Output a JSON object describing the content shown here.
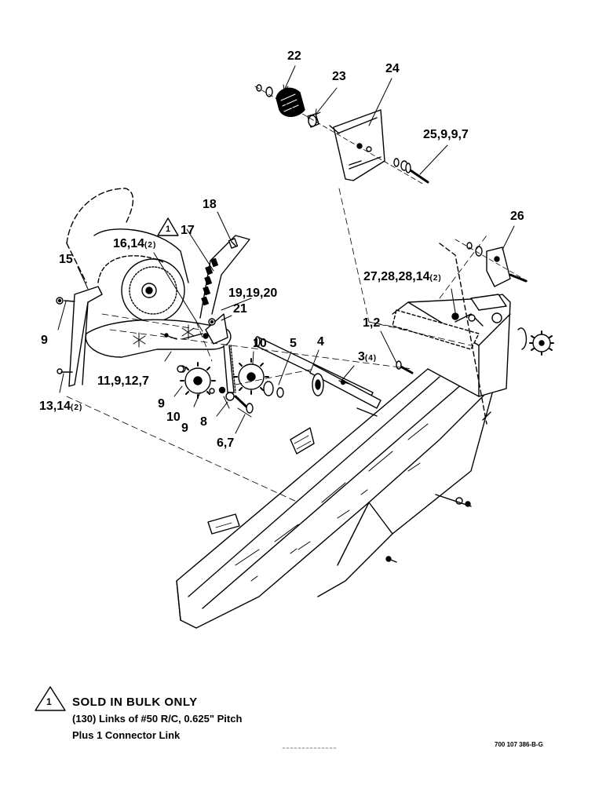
{
  "callouts": {
    "c1": {
      "text": "1,2",
      "qty": ""
    },
    "c3": {
      "text": "3",
      "qty": "(4)"
    },
    "c4": {
      "text": "4",
      "qty": ""
    },
    "c5": {
      "text": "5",
      "qty": ""
    },
    "c67": {
      "text": "6,7",
      "qty": ""
    },
    "c8": {
      "text": "8",
      "qty": ""
    },
    "c9a": {
      "text": "9",
      "qty": ""
    },
    "c9b": {
      "text": "9",
      "qty": ""
    },
    "c9c": {
      "text": "9",
      "qty": ""
    },
    "c10a": {
      "text": "10",
      "qty": ""
    },
    "c10b": {
      "text": "10",
      "qty": ""
    },
    "c11": {
      "text": "11,9,12,7",
      "qty": ""
    },
    "c13": {
      "text": "13,14",
      "qty": "(2)"
    },
    "c15": {
      "text": "15",
      "qty": ""
    },
    "c16": {
      "text": "16,14",
      "qty": "(2)"
    },
    "c17": {
      "text": "17",
      "qty": ""
    },
    "c18": {
      "text": "18",
      "qty": ""
    },
    "c19": {
      "text": "19,19,20",
      "qty": ""
    },
    "c21": {
      "text": "21",
      "qty": ""
    },
    "c22": {
      "text": "22",
      "qty": ""
    },
    "c23": {
      "text": "23",
      "qty": ""
    },
    "c24": {
      "text": "24",
      "qty": ""
    },
    "c25": {
      "text": "25,9,9,7",
      "qty": ""
    },
    "c26": {
      "text": "26",
      "qty": ""
    },
    "c27": {
      "text": "27,28,28,14",
      "qty": "(2)"
    }
  },
  "note": {
    "marker": "1",
    "title": "SOLD IN BULK ONLY",
    "line1": "(130) Links of #50 R/C, 0.625\" Pitch",
    "line2": "Plus 1 Connector Link"
  },
  "drawing_number": "700 107 386-B-G"
}
